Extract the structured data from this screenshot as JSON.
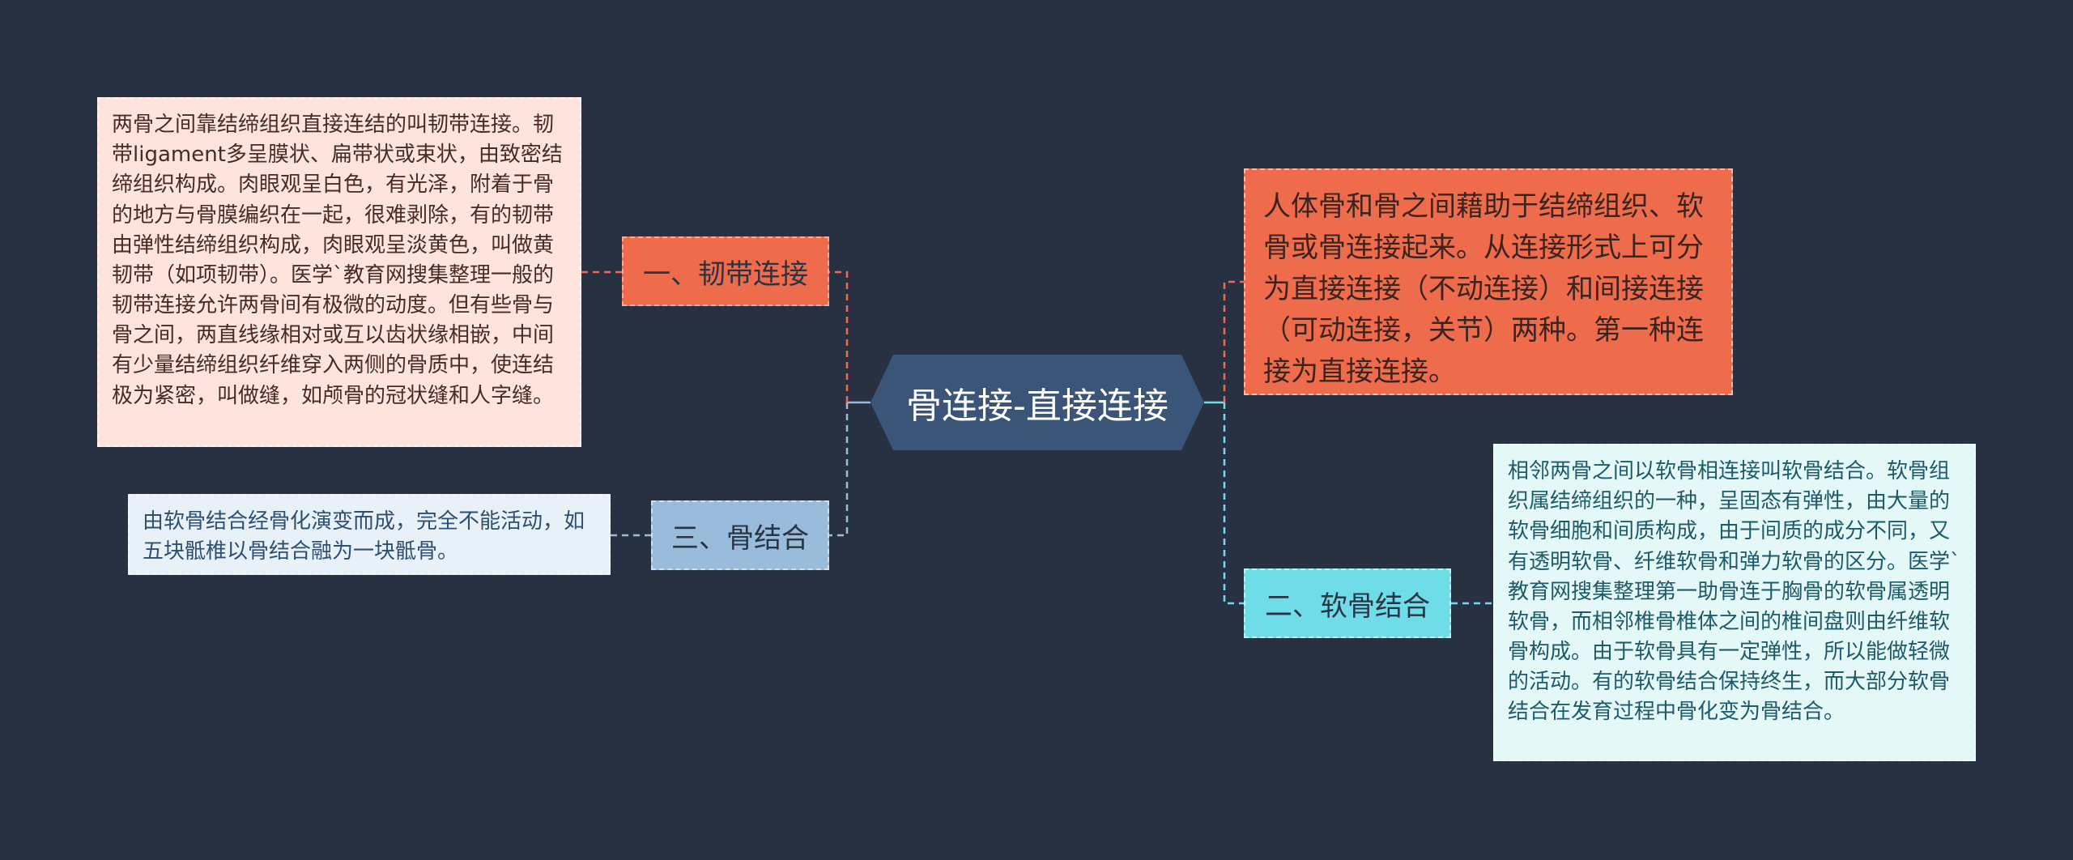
{
  "center": {
    "label": "骨连接-直接连接"
  },
  "intro": {
    "text": "人体骨和骨之间藉助于结缔组织、软骨或骨连接起来。从连接形式上可分为直接连接（不动连接）和间接连接（可动连接，关节）两种。第一种连接为直接连接。"
  },
  "branches": [
    {
      "label": "一、韧带连接",
      "detail": "两骨之间靠结缔组织直接连结的叫韧带连接。韧带ligament多呈膜状、扁带状或束状，由致密结缔组织构成。肉眼观呈白色，有光泽，附着于骨的地方与骨膜编织在一起，很难剥除，有的韧带由弹性结缔组织构成，肉眼观呈淡黄色，叫做黄韧带（如项韧带）。医学`教育网搜集整理一般的韧带连接允许两骨间有极微的动度。但有些骨与骨之间，两直线缘相对或互以齿状缘相嵌，中间有少量结缔组织纤维穿入两侧的骨质中，使连结极为紧密，叫做缝，如颅骨的冠状缝和人字缝。"
    },
    {
      "label": "二、软骨结合",
      "detail": "相邻两骨之间以软骨相连接叫软骨结合。软骨组织属结缔组织的一种，呈固态有弹性，由大量的软骨细胞和间质构成，由于间质的成分不同，又有透明软骨、纤维软骨和弹力软骨的区分。医学`教育网搜集整理第一助骨连于胸骨的软骨属透明软骨，而相邻椎骨椎体之间的椎间盘则由纤维软骨构成。由于软骨具有一定弹性，所以能做轻微的活动。有的软骨结合保持终生，而大部分软骨结合在发育过程中骨化变为骨结合。"
    },
    {
      "label": "三、骨结合",
      "detail": "由软骨结合经骨化演变而成，完全不能活动，如五块骶椎以骨结合融为一块骶骨。"
    }
  ],
  "colors": {
    "background": "#283142",
    "center": "#3b5578",
    "branch_ligament": "#ee6b4b",
    "branch_cartilage": "#6fdde7",
    "branch_bone": "#98bcd9",
    "line_orange": "#ee6b4b",
    "line_cyan": "#6fdde7",
    "line_blue": "#98bcd9"
  }
}
